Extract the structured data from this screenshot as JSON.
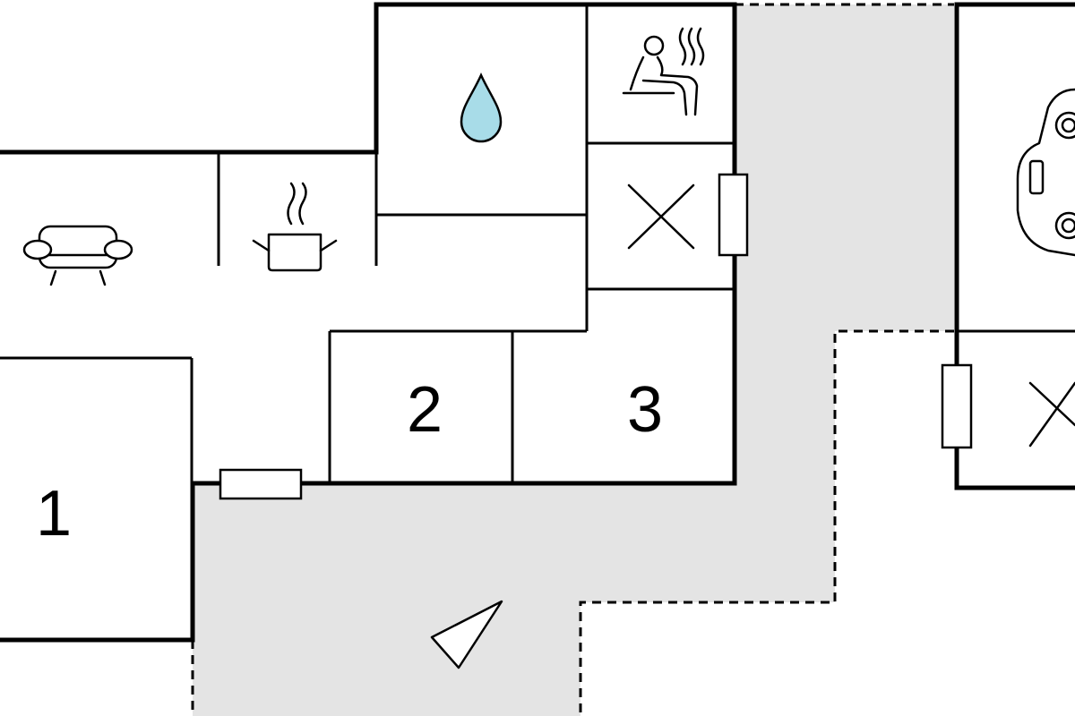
{
  "colors": {
    "terrace": "#e4e4e4",
    "water_drop": "#a8dce8",
    "wall": "#000000",
    "background": "#ffffff"
  },
  "rooms": {
    "bedroom_1": {
      "label": "1"
    },
    "bedroom_2": {
      "label": "2"
    },
    "bedroom_3": {
      "label": "3"
    }
  },
  "icons": [
    "sofa-icon",
    "cooking-pot-icon",
    "water-drop-icon",
    "sauna-icon",
    "toilet-cross-icon",
    "carport-car-icon",
    "terrace-triangle-icon"
  ]
}
